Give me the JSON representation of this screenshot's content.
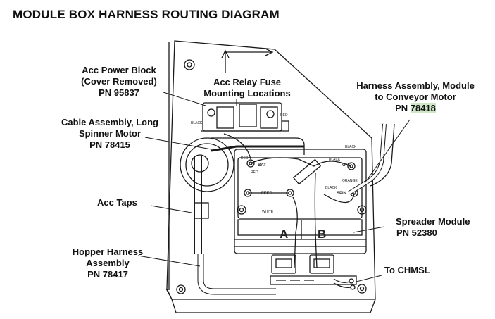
{
  "title": "MODULE BOX HARNESS ROUTING DIAGRAM",
  "callouts": {
    "acc_power_block": [
      "Acc Power Block",
      "(Cover Removed)",
      "PN 95837"
    ],
    "acc_relay_fuse": [
      "Acc Relay Fuse",
      "Mounting Locations"
    ],
    "cable_assembly": [
      "Cable Assembly, Long",
      "Spinner Motor",
      "PN 78415"
    ],
    "acc_taps": [
      "Acc Taps"
    ],
    "hopper_harness": [
      "Hopper Harness",
      "Assembly",
      "PN 78417"
    ],
    "harness_module": {
      "lines": [
        "Harness Assembly, Module",
        "to Conveyor Motor"
      ],
      "pn_prefix": "PN ",
      "pn_value": "78418"
    },
    "spreader_module": [
      "Spreader Module",
      "PN 52380"
    ],
    "to_chmsl": [
      "To CHMSL"
    ]
  },
  "diagram_text": {
    "bat": "BAT",
    "gnd": "GND",
    "feed": "FEED",
    "spin": "SPIN",
    "red": "RED",
    "black": "BLACK",
    "orange": "ORANGE",
    "white": "WHITE",
    "conn_a": "A",
    "conn_b": "B"
  },
  "highlight_color": "#cfe6c8"
}
